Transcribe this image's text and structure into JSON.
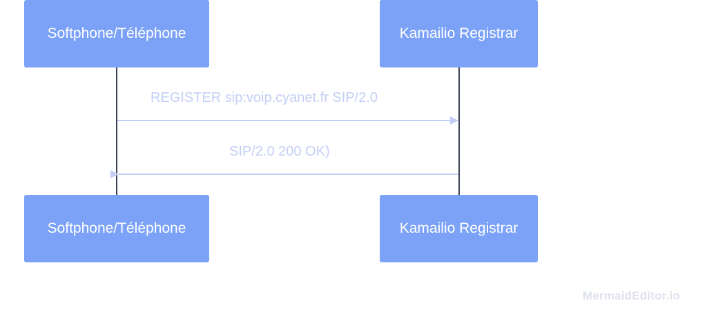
{
  "participants": {
    "client": "Softphone/Téléphone",
    "server": "Kamailio Registrar"
  },
  "messages": [
    {
      "from": "client",
      "to": "server",
      "label": "REGISTER sip:voip.cyanet.fr SIP/2.0"
    },
    {
      "from": "server",
      "to": "client",
      "label": "SIP/2.0 200 OK)"
    }
  ],
  "watermark": "MermaidEditor.io",
  "colors": {
    "actor_fill": "#7ba2f7",
    "actor_text": "#ffffff",
    "lifeline": "#3a4257",
    "message": "#c3cff6"
  }
}
